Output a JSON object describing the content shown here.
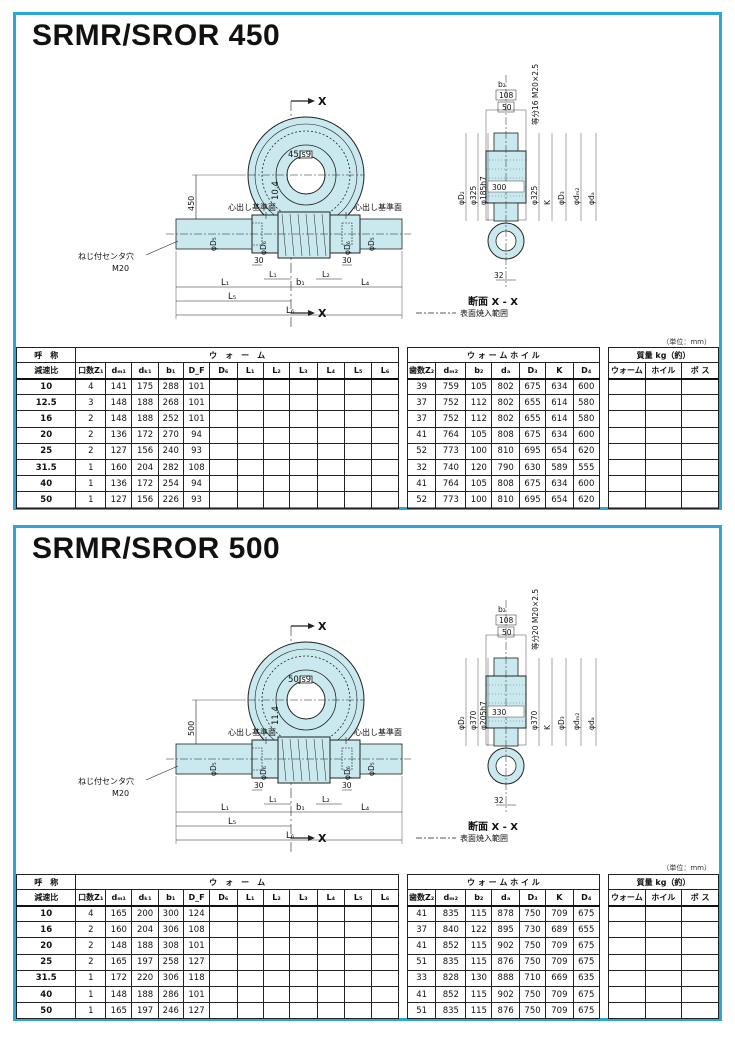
{
  "sections": [
    {
      "title": "SRMR/SROR 450",
      "drawing": {
        "section_marker_top": "X",
        "section_marker_bottom": "X",
        "keyway": "45Js9",
        "keyway_depth": "10.4",
        "center_height": "450",
        "ref_plane_left": "心出し基準面",
        "ref_plane_right": "心出し基準面",
        "center_hole": "ねじ付センタ穴",
        "center_hole_size": "M20",
        "dim_30_left": "30",
        "dim_30_right": "30",
        "label_D5": "φD₅",
        "label_D6_left": "φD₆",
        "label_D6_right": "φD₆",
        "label_L1": "L₁",
        "label_L2": "L₂",
        "label_L4": "L₄",
        "label_L5": "L₅",
        "label_L6": "L₆",
        "label_b1": "b₁",
        "label_b2": "b₂",
        "dim_108": "108",
        "dim_50": "50",
        "bolt_spec": "等分16 M20×2.5",
        "label_D2": "φD₂",
        "dim_325_left": "φ325",
        "dim_185": "φ185h7",
        "dim_300": "300",
        "dim_325_right": "φ325",
        "label_K": "K",
        "label_D3": "φD₃",
        "label_dm2": "φdₘ₂",
        "label_dA": "φdₐ",
        "dim_32": "32",
        "section_label": "断面 X - X",
        "legend": "表面焼入範囲"
      },
      "unit": "（単位：mm）",
      "headers": {
        "nominal": "呼　称",
        "ratio": "減速比",
        "worm": "ウ　ォ　ー　ム",
        "wheel": "ウ ォ ー ム ホ イ ル",
        "mass": "質量 kg（約）",
        "worm_cols": [
          "口数Z₁",
          "dₘ₁",
          "dₖ₁",
          "b₁",
          "D_F",
          "D₆",
          "L₁",
          "L₂",
          "L₃",
          "L₄",
          "L₅",
          "L₆"
        ],
        "wheel_cols": [
          "歯数Z₂",
          "dₘ₂",
          "b₂",
          "dₐ",
          "D₃",
          "K",
          "D₄"
        ],
        "mass_cols": [
          "ウォーム",
          "ホイル",
          "ボ ス"
        ]
      },
      "rows": [
        {
          "ratio": "10",
          "worm": [
            "4",
            "141",
            "175",
            "288",
            "101",
            "",
            "",
            "",
            "",
            "",
            "",
            ""
          ],
          "wheel": [
            "39",
            "759",
            "105",
            "802",
            "675",
            "634",
            "600"
          ],
          "mass": [
            "",
            "",
            ""
          ]
        },
        {
          "ratio": "12.5",
          "worm": [
            "3",
            "148",
            "188",
            "268",
            "101",
            "",
            "",
            "",
            "",
            "",
            "",
            ""
          ],
          "wheel": [
            "37",
            "752",
            "112",
            "802",
            "655",
            "614",
            "580"
          ],
          "mass": [
            "",
            "",
            ""
          ]
        },
        {
          "ratio": "16",
          "worm": [
            "2",
            "148",
            "188",
            "252",
            "101",
            "",
            "",
            "",
            "",
            "",
            "",
            ""
          ],
          "wheel": [
            "37",
            "752",
            "112",
            "802",
            "655",
            "614",
            "580"
          ],
          "mass": [
            "",
            "",
            ""
          ]
        },
        {
          "ratio": "20",
          "worm": [
            "2",
            "136",
            "172",
            "270",
            "94",
            "",
            "",
            "",
            "",
            "",
            "",
            ""
          ],
          "wheel": [
            "41",
            "764",
            "105",
            "808",
            "675",
            "634",
            "600"
          ],
          "mass": [
            "",
            "",
            ""
          ]
        },
        {
          "ratio": "25",
          "worm": [
            "2",
            "127",
            "156",
            "240",
            "93",
            "",
            "",
            "",
            "",
            "",
            "",
            ""
          ],
          "wheel": [
            "52",
            "773",
            "100",
            "810",
            "695",
            "654",
            "620"
          ],
          "mass": [
            "",
            "",
            ""
          ]
        },
        {
          "ratio": "31.5",
          "worm": [
            "1",
            "160",
            "204",
            "282",
            "108",
            "",
            "",
            "",
            "",
            "",
            "",
            ""
          ],
          "wheel": [
            "32",
            "740",
            "120",
            "790",
            "630",
            "589",
            "555"
          ],
          "mass": [
            "",
            "",
            ""
          ]
        },
        {
          "ratio": "40",
          "worm": [
            "1",
            "136",
            "172",
            "254",
            "94",
            "",
            "",
            "",
            "",
            "",
            "",
            ""
          ],
          "wheel": [
            "41",
            "764",
            "105",
            "808",
            "675",
            "634",
            "600"
          ],
          "mass": [
            "",
            "",
            ""
          ]
        },
        {
          "ratio": "50",
          "worm": [
            "1",
            "127",
            "156",
            "226",
            "93",
            "",
            "",
            "",
            "",
            "",
            "",
            ""
          ],
          "wheel": [
            "52",
            "773",
            "100",
            "810",
            "695",
            "654",
            "620"
          ],
          "mass": [
            "",
            "",
            ""
          ]
        }
      ]
    },
    {
      "title": "SRMR/SROR 500",
      "drawing": {
        "section_marker_top": "X",
        "section_marker_bottom": "X",
        "keyway": "50Js9",
        "keyway_depth": "11.4",
        "center_height": "500",
        "ref_plane_left": "心出し基準面",
        "ref_plane_right": "心出し基準面",
        "center_hole": "ねじ付センタ穴",
        "center_hole_size": "M20",
        "dim_30_left": "30",
        "dim_30_right": "30",
        "label_D5": "φD₅",
        "label_D6_left": "φD₆",
        "label_D6_right": "φD₆",
        "label_L1": "L₁",
        "label_L2": "L₂",
        "label_L4": "L₄",
        "label_L5": "L₅",
        "label_L6": "L₆",
        "label_b1": "b₁",
        "label_b2": "b₂",
        "dim_108": "108",
        "dim_50": "50",
        "bolt_spec": "等分20 M20×2.5",
        "label_D2": "φD₂",
        "dim_325_left": "φ370",
        "dim_185": "φ205h7",
        "dim_300": "330",
        "dim_325_right": "φ370",
        "label_K": "K",
        "label_D3": "φD₃",
        "label_dm2": "φdₘ₂",
        "label_dA": "φdₐ",
        "dim_32": "32",
        "section_label": "断面 X - X",
        "legend": "表面焼入範囲"
      },
      "unit": "（単位：mm）",
      "headers": {
        "nominal": "呼　称",
        "ratio": "減速比",
        "worm": "ウ　ォ　ー　ム",
        "wheel": "ウ ォ ー ム ホ イ ル",
        "mass": "質量 kg（約）",
        "worm_cols": [
          "口数Z₁",
          "dₘ₁",
          "dₖ₁",
          "b₁",
          "D_F",
          "D₆",
          "L₁",
          "L₂",
          "L₃",
          "L₄",
          "L₅",
          "L₆"
        ],
        "wheel_cols": [
          "歯数Z₂",
          "dₘ₂",
          "b₂",
          "dₐ",
          "D₃",
          "K",
          "D₄"
        ],
        "mass_cols": [
          "ウォーム",
          "ホイル",
          "ボ ス"
        ]
      },
      "rows": [
        {
          "ratio": "10",
          "worm": [
            "4",
            "165",
            "200",
            "300",
            "124",
            "",
            "",
            "",
            "",
            "",
            "",
            ""
          ],
          "wheel": [
            "41",
            "835",
            "115",
            "878",
            "750",
            "709",
            "675"
          ],
          "mass": [
            "",
            "",
            ""
          ]
        },
        {
          "ratio": "16",
          "worm": [
            "2",
            "160",
            "204",
            "306",
            "108",
            "",
            "",
            "",
            "",
            "",
            "",
            ""
          ],
          "wheel": [
            "37",
            "840",
            "122",
            "895",
            "730",
            "689",
            "655"
          ],
          "mass": [
            "",
            "",
            ""
          ]
        },
        {
          "ratio": "20",
          "worm": [
            "2",
            "148",
            "188",
            "308",
            "101",
            "",
            "",
            "",
            "",
            "",
            "",
            ""
          ],
          "wheel": [
            "41",
            "852",
            "115",
            "902",
            "750",
            "709",
            "675"
          ],
          "mass": [
            "",
            "",
            ""
          ]
        },
        {
          "ratio": "25",
          "worm": [
            "2",
            "165",
            "197",
            "258",
            "127",
            "",
            "",
            "",
            "",
            "",
            "",
            ""
          ],
          "wheel": [
            "51",
            "835",
            "115",
            "876",
            "750",
            "709",
            "675"
          ],
          "mass": [
            "",
            "",
            ""
          ]
        },
        {
          "ratio": "31.5",
          "worm": [
            "1",
            "172",
            "220",
            "306",
            "118",
            "",
            "",
            "",
            "",
            "",
            "",
            ""
          ],
          "wheel": [
            "33",
            "828",
            "130",
            "888",
            "710",
            "669",
            "635"
          ],
          "mass": [
            "",
            "",
            ""
          ]
        },
        {
          "ratio": "40",
          "worm": [
            "1",
            "148",
            "188",
            "286",
            "101",
            "",
            "",
            "",
            "",
            "",
            "",
            ""
          ],
          "wheel": [
            "41",
            "852",
            "115",
            "902",
            "750",
            "709",
            "675"
          ],
          "mass": [
            "",
            "",
            ""
          ]
        },
        {
          "ratio": "50",
          "worm": [
            "1",
            "165",
            "197",
            "246",
            "127",
            "",
            "",
            "",
            "",
            "",
            "",
            ""
          ],
          "wheel": [
            "51",
            "835",
            "115",
            "876",
            "750",
            "709",
            "675"
          ],
          "mass": [
            "",
            "",
            ""
          ]
        }
      ]
    }
  ],
  "colors": {
    "frame": "#2aa7d6",
    "fill": "#c9e9ee",
    "line": "#222222"
  }
}
